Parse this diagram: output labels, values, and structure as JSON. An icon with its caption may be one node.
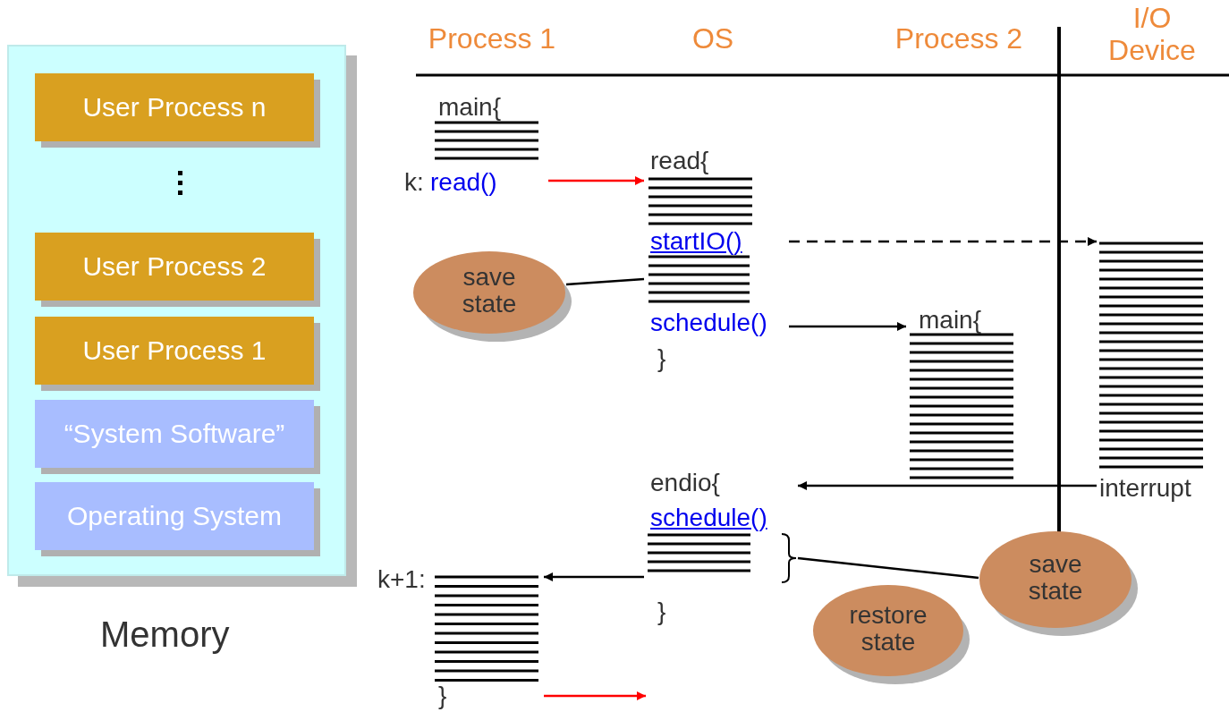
{
  "diagram": {
    "nodes": [
      {
        "text": [
          "Memory"
        ]
      },
      {
        "text": [
          "User Process n"
        ],
        "in": 0
      },
      {
        "text": [
          "User Process 2"
        ],
        "in": 0
      },
      {
        "text": [
          "User Process 1"
        ],
        "in": 0
      },
      {
        "text": [
          "“System Software”"
        ],
        "in": 0
      },
      {
        "text": [
          "Operating System"
        ],
        "in": 0
      },
      {
        "text": [
          "main{",
          "k:",
          "read()"
        ]
      },
      {
        "text": [
          "read{",
          "startIO()",
          "schedule()",
          "}"
        ]
      },
      {
        "text": [
          "interrupt"
        ]
      },
      {
        "text": [
          "main{"
        ]
      },
      {
        "text": [
          "save state"
        ]
      },
      {
        "text": [
          "endio{",
          "schedule()",
          "}"
        ]
      },
      {
        "text": [
          "save state"
        ]
      },
      {
        "text": [
          "restore state"
        ]
      },
      {
        "text": [
          "k+1:",
          "}"
        ]
      }
    ],
    "edges": [
      {
        "from": 6,
        "to": 7,
        "arrow": "to",
        "color": "#ff0000"
      },
      {
        "from": 7,
        "to": 8,
        "arrow": "to",
        "style": "dashed"
      },
      {
        "from": 7,
        "to": 9,
        "arrow": "to"
      },
      {
        "from": 8,
        "to": 11,
        "arrow": "to"
      },
      {
        "from": 11,
        "to": 14,
        "arrow": "to"
      },
      {
        "from": 10,
        "to": 7,
        "arrow": "none"
      },
      {
        "from": 12,
        "to": 11,
        "arrow": "none"
      },
      {
        "from": 14,
        "to": null,
        "arrow": "to",
        "color": "#ff0000"
      }
    ],
    "labels": [
      "Process 1",
      "OS",
      "Process 2",
      "I/O Device"
    ]
  }
}
